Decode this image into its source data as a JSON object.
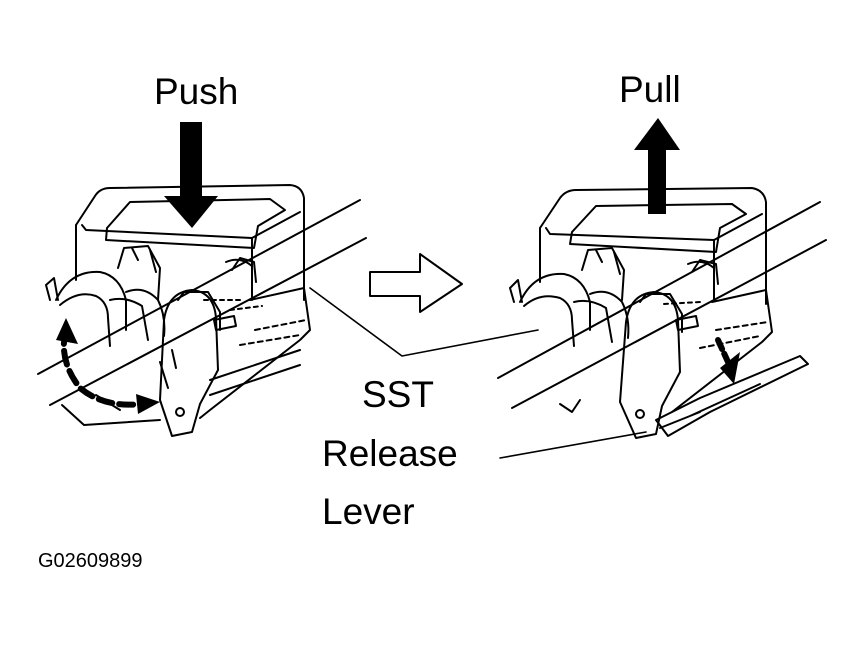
{
  "labels": {
    "push": "Push",
    "pull": "Pull",
    "sst": "SST",
    "release": "Release",
    "lever": "Lever"
  },
  "figure_code": "G02609899",
  "colors": {
    "ink": "#000000",
    "paper": "#ffffff"
  }
}
